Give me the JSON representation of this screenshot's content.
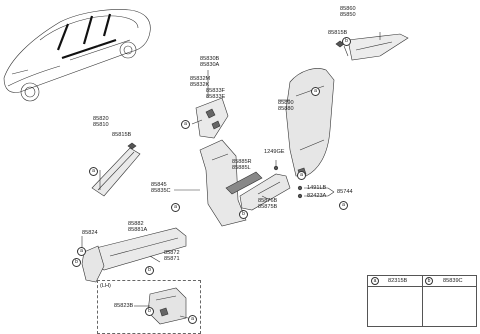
{
  "labels": {
    "p85860": "85860",
    "p85850": "85850",
    "p85815B_top": "85815B",
    "p85830B": "85830B",
    "p85830A": "85830A",
    "p85832M": "85832M",
    "p85832K": "85832K",
    "p85833F": "85833F",
    "p85833E": "85833E",
    "p85890": "85890",
    "p85880": "85880",
    "p85820": "85820",
    "p85810": "85810",
    "p85815B_mid": "85815B",
    "p1249GE": "1249GE",
    "p85885R": "85885R",
    "p85885L": "85885L",
    "p85845": "85845",
    "p85835C": "85835C",
    "p1491LB": "1491LB",
    "p85744": "85744",
    "p82423A": "82423A",
    "p85876B": "85876B",
    "p85875B": "85875B",
    "p85882": "85882",
    "p85881A": "85881A",
    "p85824": "85824",
    "p85872": "85872",
    "p85871": "85871",
    "p85823B": "85823B",
    "lh": "(LH)"
  },
  "callouts": {
    "a": "a",
    "b": "b"
  },
  "legend": {
    "a_letter": "a",
    "a_part": "82315B",
    "b_letter": "b",
    "b_part": "85839C"
  },
  "colors": {
    "line": "#333333",
    "part_fill": "#e9e9e9",
    "part_dark": "#5a5a5a"
  }
}
